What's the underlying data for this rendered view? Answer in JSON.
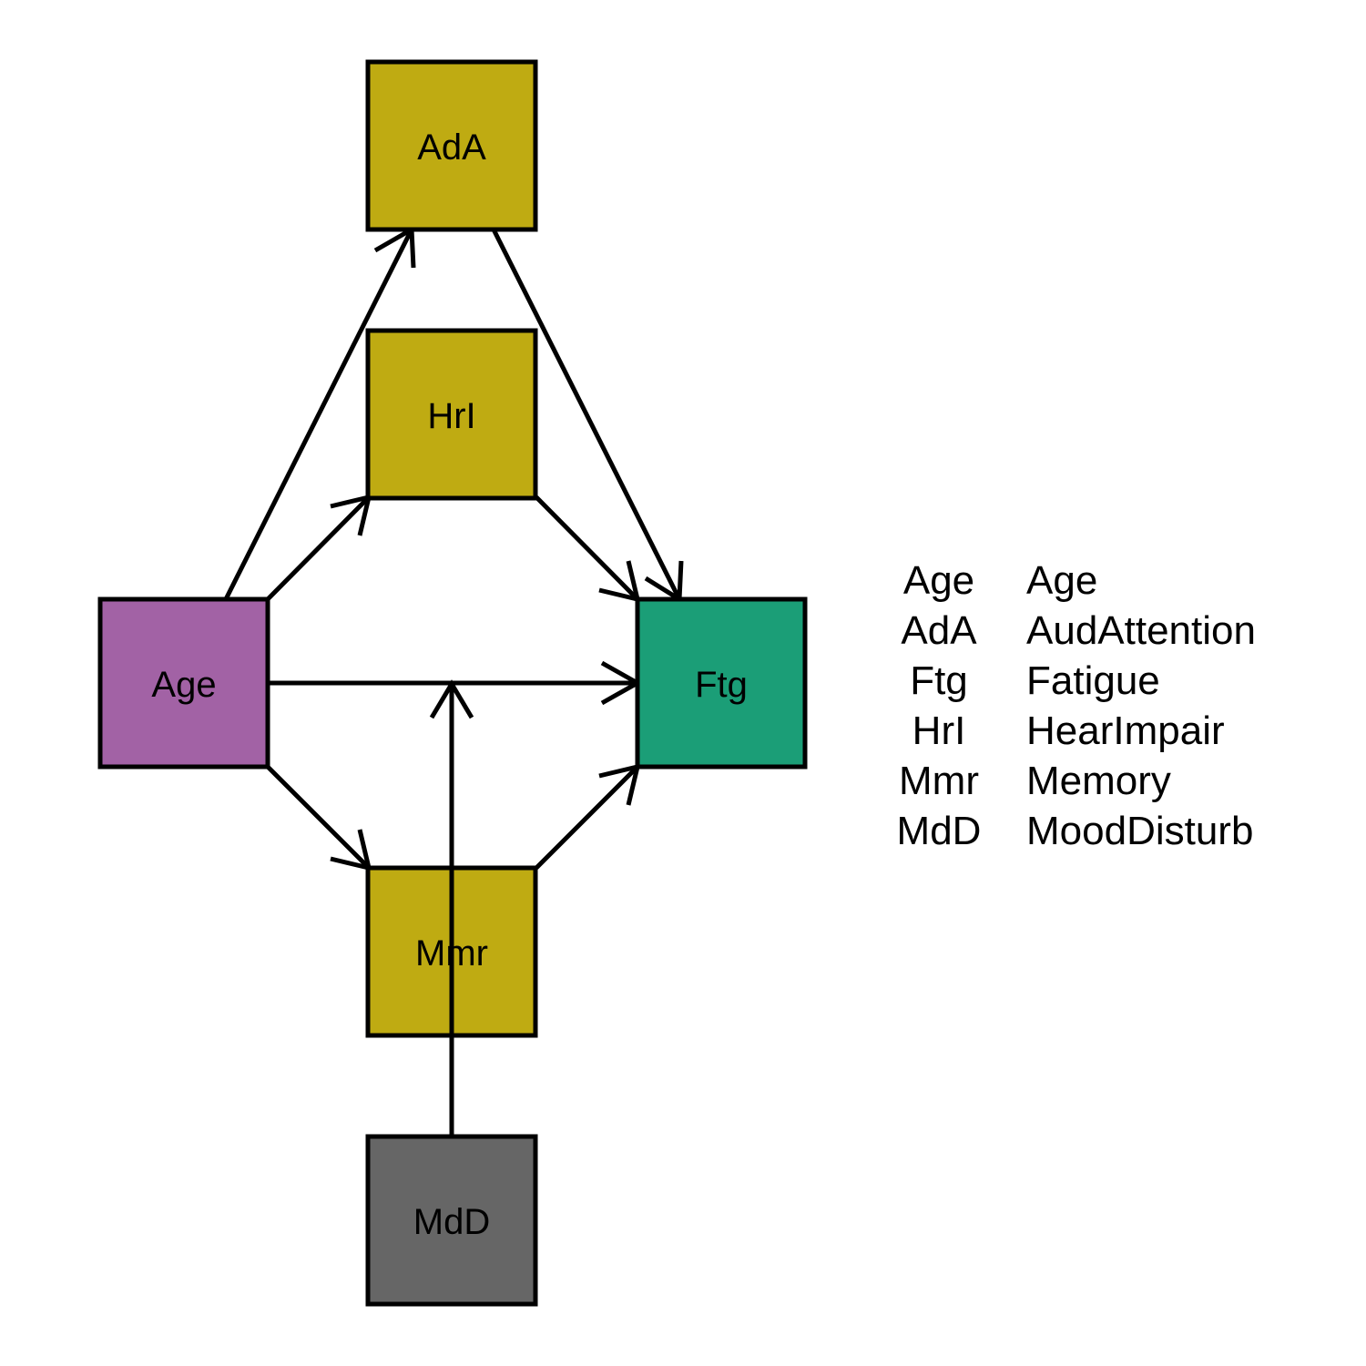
{
  "nodes": [
    {
      "id": "AdA",
      "label": "AdA",
      "color": "#bfab12"
    },
    {
      "id": "HrI",
      "label": "HrI",
      "color": "#bfab12"
    },
    {
      "id": "Age",
      "label": "Age",
      "color": "#a262a5"
    },
    {
      "id": "Ftg",
      "label": "Ftg",
      "color": "#1b9e77"
    },
    {
      "id": "Mmr",
      "label": "Mmr",
      "color": "#bfab12"
    },
    {
      "id": "MdD",
      "label": "MdD",
      "color": "#666666"
    }
  ],
  "edges": [
    {
      "from": "Age",
      "to": "AdA"
    },
    {
      "from": "Age",
      "to": "HrI"
    },
    {
      "from": "Age",
      "to": "Ftg"
    },
    {
      "from": "Age",
      "to": "Mmr"
    },
    {
      "from": "AdA",
      "to": "Ftg"
    },
    {
      "from": "HrI",
      "to": "Ftg"
    },
    {
      "from": "Mmr",
      "to": "Ftg"
    },
    {
      "from": "MdD",
      "to": "Age-Ftg edge"
    }
  ],
  "legend": [
    {
      "abbr": "Age",
      "full": "Age"
    },
    {
      "abbr": "AdA",
      "full": "AudAttention"
    },
    {
      "abbr": "Ftg",
      "full": "Fatigue"
    },
    {
      "abbr": "HrI",
      "full": "HearImpair"
    },
    {
      "abbr": "Mmr",
      "full": "Memory"
    },
    {
      "abbr": "MdD",
      "full": "MoodDisturb"
    }
  ]
}
